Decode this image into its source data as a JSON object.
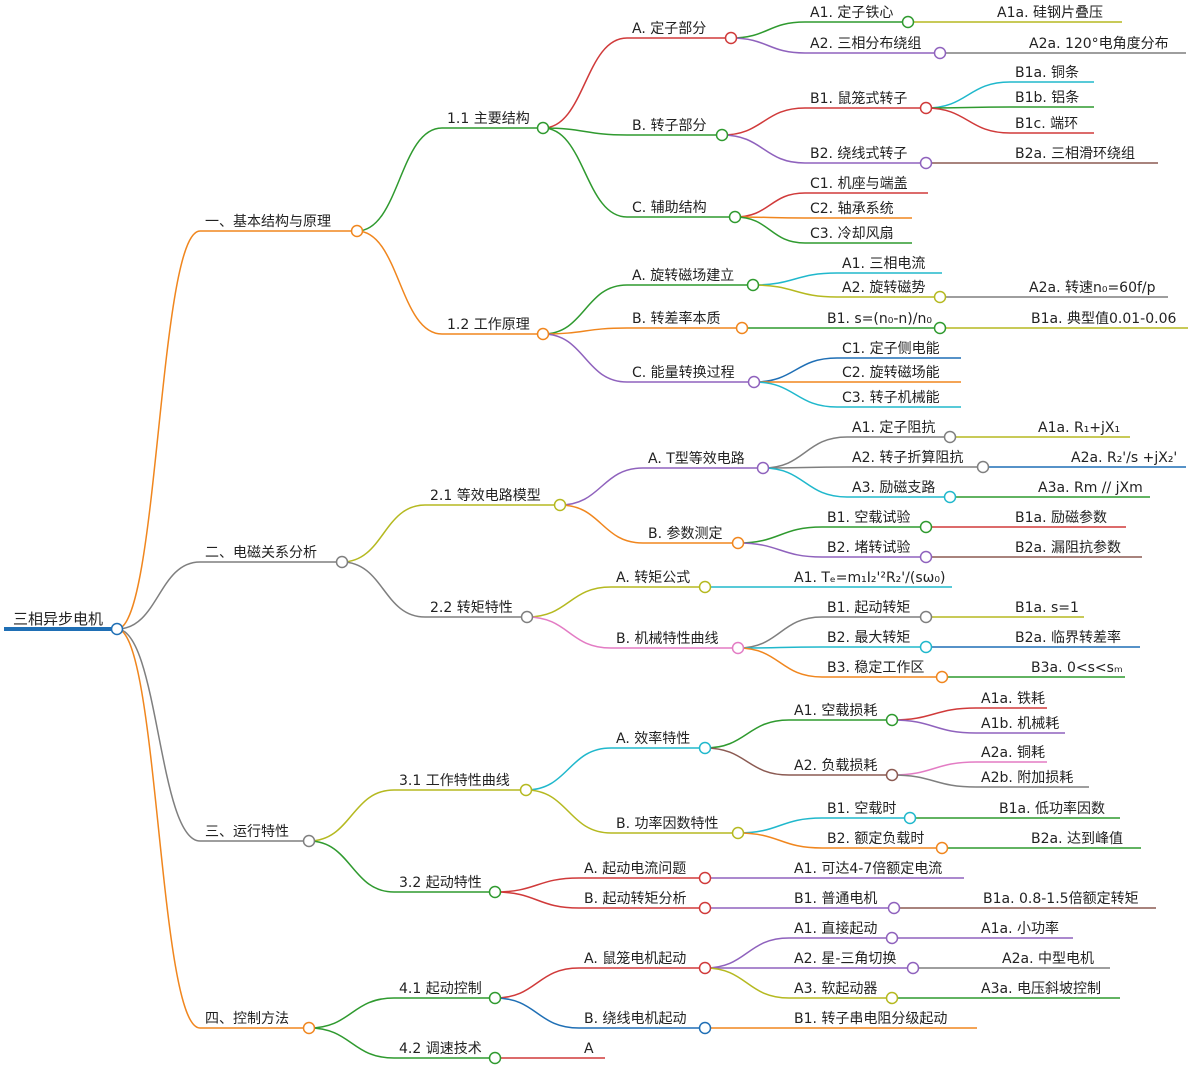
{
  "colors": {
    "orange": "#f0861e",
    "gray": "#7f7f7f",
    "green": "#2f9a2f",
    "olive": "#b5b920",
    "red": "#d03a3a",
    "purple": "#8f62bd",
    "cyan": "#20b8cc",
    "blue": "#1f6fb5",
    "brown": "#8b5a52",
    "pink": "#e37cc4",
    "root": "#1f6fb5"
  },
  "root": "三相异步电机",
  "n1": "一、基本结构与原理",
  "n1_1": "1.1 主要结构",
  "n1_1_A": "A. 定子部分",
  "n1_1_A1": "A1. 定子铁心",
  "n1_1_A1a": "A1a. 硅钢片叠压",
  "n1_1_A2": "A2. 三相分布绕组",
  "n1_1_A2a": "A2a. 120°电角度分布",
  "n1_1_B": "B. 转子部分",
  "n1_1_B1": "B1. 鼠笼式转子",
  "n1_1_B1a": "B1a. 铜条",
  "n1_1_B1b": "B1b. 铝条",
  "n1_1_B1c": "B1c. 端环",
  "n1_1_B2": "B2. 绕线式转子",
  "n1_1_B2a": "B2a. 三相滑环绕组",
  "n1_1_C": "C. 辅助结构",
  "n1_1_C1": "C1. 机座与端盖",
  "n1_1_C2": "C2. 轴承系统",
  "n1_1_C3": "C3. 冷却风扇",
  "n1_2": "1.2 工作原理",
  "n1_2_A": "A. 旋转磁场建立",
  "n1_2_A1": "A1. 三相电流",
  "n1_2_A2": "A2. 旋转磁势",
  "n1_2_A2a": "A2a. 转速n₀=60f/p",
  "n1_2_B": "B. 转差率本质",
  "n1_2_B1": "B1. s=(n₀-n)/n₀",
  "n1_2_B1a": "B1a. 典型值0.01-0.06",
  "n1_2_C": "C. 能量转换过程",
  "n1_2_C1": "C1. 定子侧电能",
  "n1_2_C2": "C2. 旋转磁场能",
  "n1_2_C3": "C3. 转子机械能",
  "n2": "二、电磁关系分析",
  "n2_1": "2.1 等效电路模型",
  "n2_1_A": "A. T型等效电路",
  "n2_1_A1": "A1. 定子阻抗",
  "n2_1_A1a": "A1a. R₁+jX₁",
  "n2_1_A2": "A2. 转子折算阻抗",
  "n2_1_A2a": "A2a. R₂'/s +jX₂'",
  "n2_1_A3": "A3. 励磁支路",
  "n2_1_A3a": "A3a. Rm // jXm",
  "n2_1_B": "B. 参数测定",
  "n2_1_B1": "B1. 空载试验",
  "n2_1_B1a": "B1a. 励磁参数",
  "n2_1_B2": "B2. 堵转试验",
  "n2_1_B2a": "B2a. 漏阻抗参数",
  "n2_2": "2.2 转矩特性",
  "n2_2_A": "A. 转矩公式",
  "n2_2_A1": "A1. Tₑ=m₁I₂'²R₂'/(sω₀)",
  "n2_2_B": "B. 机械特性曲线",
  "n2_2_B1": "B1. 起动转矩",
  "n2_2_B1a": "B1a. s=1",
  "n2_2_B2": "B2. 最大转矩",
  "n2_2_B2a": "B2a. 临界转差率",
  "n2_2_B3": "B3. 稳定工作区",
  "n2_2_B3a": "B3a. 0<s<sₘ",
  "n3": "三、运行特性",
  "n3_1": "3.1 工作特性曲线",
  "n3_1_A": "A. 效率特性",
  "n3_1_A1": "A1. 空载损耗",
  "n3_1_A1a": "A1a. 铁耗",
  "n3_1_A1b": "A1b. 机械耗",
  "n3_1_A2": "A2. 负载损耗",
  "n3_1_A2a": "A2a. 铜耗",
  "n3_1_A2b": "A2b. 附加损耗",
  "n3_1_B": "B. 功率因数特性",
  "n3_1_B1": "B1. 空载时",
  "n3_1_B1a": "B1a. 低功率因数",
  "n3_1_B2": "B2. 额定负载时",
  "n3_1_B2a": "B2a. 达到峰值",
  "n3_2": "3.2 起动特性",
  "n3_2_A": "A. 起动电流问题",
  "n3_2_A1": "A1. 可达4-7倍额定电流",
  "n3_2_B": "B. 起动转矩分析",
  "n3_2_B1": "B1. 普通电机",
  "n3_2_B1a": "B1a. 0.8-1.5倍额定转矩",
  "n4": "四、控制方法",
  "n4_1": "4.1 起动控制",
  "n4_1_A": "A. 鼠笼电机起动",
  "n4_1_A1": "A1. 直接起动",
  "n4_1_A1a": "A1a. 小功率",
  "n4_1_A2": "A2. 星-三角切换",
  "n4_1_A2a": "A2a. 中型电机",
  "n4_1_A3": "A3. 软起动器",
  "n4_1_A3a": "A3a. 电压斜坡控制",
  "n4_1_B": "B. 绕线电机起动",
  "n4_1_B1": "B1. 转子串电阻分级起动",
  "n4_2": "4.2 调速技术",
  "n4_2_A": "A"
}
